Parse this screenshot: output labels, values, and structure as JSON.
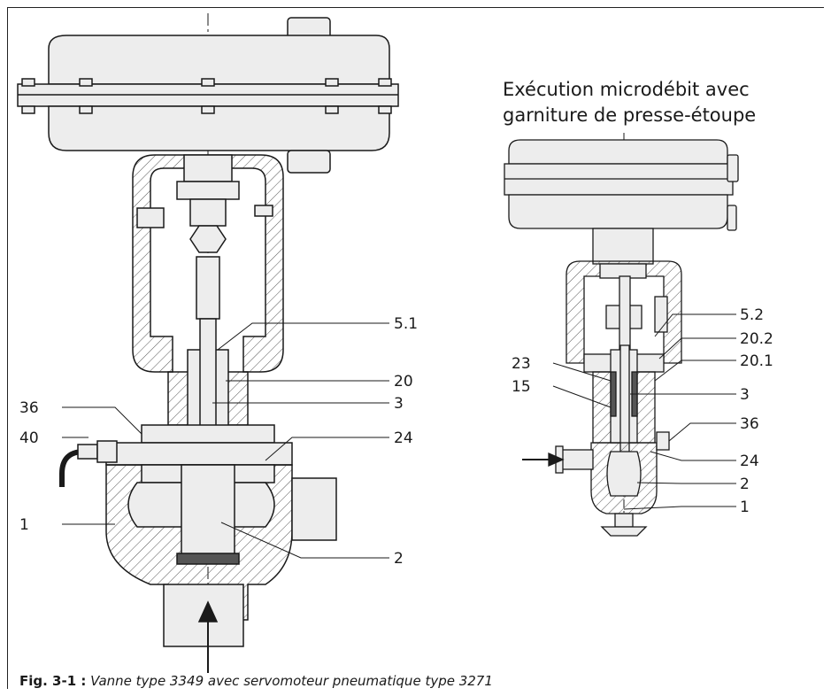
{
  "detail_title": {
    "line1": "Exécution microdébit avec",
    "line2": "garniture de presse-étoupe"
  },
  "labels_main": {
    "l5_1": "5.1",
    "l20": "20",
    "l3": "3",
    "l36": "36",
    "l40": "40",
    "l24": "24",
    "l1": "1",
    "l2": "2"
  },
  "labels_detail": {
    "l5_2": "5.2",
    "l20_2": "20.2",
    "l23": "23",
    "l20_1": "20.1",
    "l15": "15",
    "l3": "3",
    "l36": "36",
    "l24": "24",
    "l2": "2",
    "l1": "1"
  },
  "caption": {
    "figure": "Fig. 3-1 :",
    "text": "Vanne type 3349 avec servomoteur pneumatique type 3271"
  },
  "colors": {
    "line": "#1a1a1a",
    "body_fill": "#ededed",
    "hatch": "#555555"
  }
}
